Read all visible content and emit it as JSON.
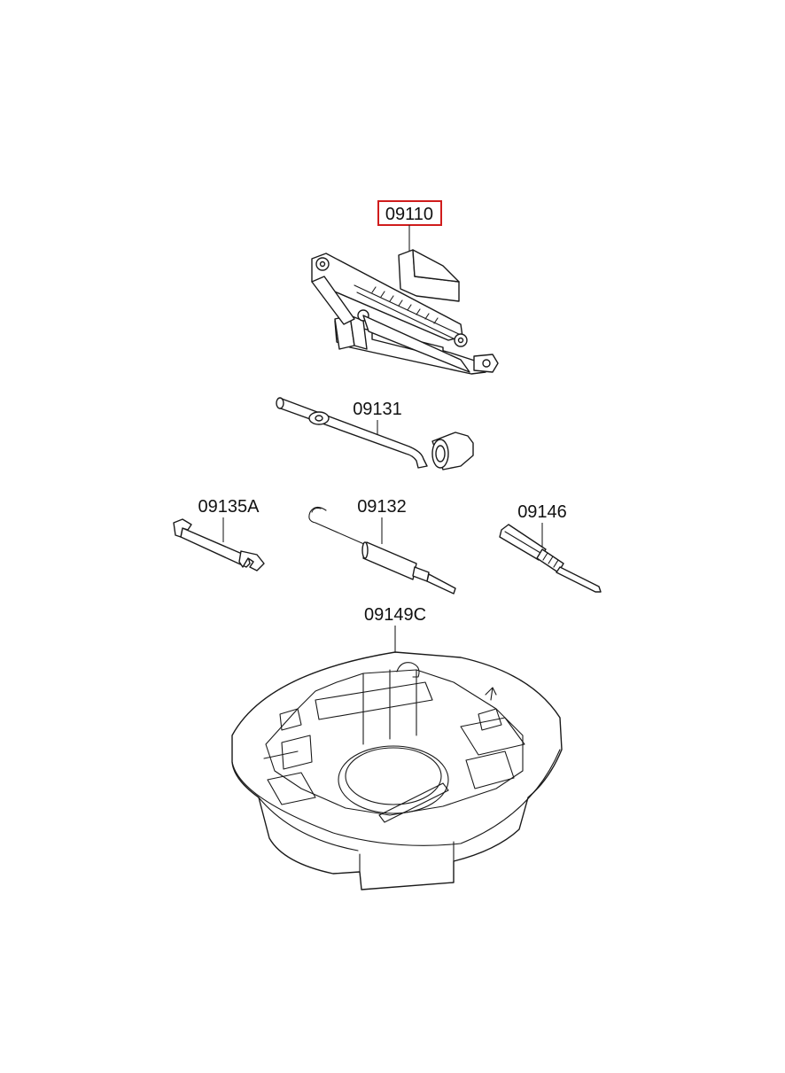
{
  "highlight_color": "#d01c1c",
  "callouts": {
    "jack": {
      "label": "09110",
      "highlighted": true
    },
    "handle": {
      "label": "09131"
    },
    "wrench": {
      "label": "09135A"
    },
    "hook": {
      "label": "09132"
    },
    "screwdriver": {
      "label": "09146"
    },
    "tray": {
      "label": "09149C"
    }
  }
}
